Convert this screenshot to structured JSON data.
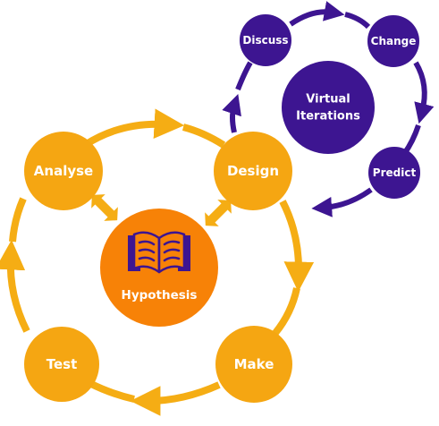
{
  "colors": {
    "orange_node": "#f5a612",
    "orange_arrow": "#f5ad14",
    "hypothesis": "#f78207",
    "purple": "#3d1591"
  },
  "big_cycle": {
    "analyse": "Analyse",
    "design": "Design",
    "make": "Make",
    "test": "Test"
  },
  "center": {
    "label": "Hypothesis",
    "icon": "book-icon"
  },
  "small_cycle": {
    "discuss": "Discuss",
    "change": "Change",
    "predict": "Predict",
    "center_line1": "Virtual",
    "center_line2": "Iterations"
  }
}
